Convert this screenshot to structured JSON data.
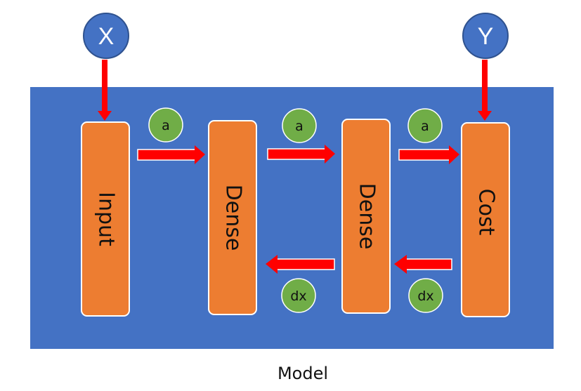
{
  "diagram": {
    "inputs": {
      "x_label": "X",
      "y_label": "Y"
    },
    "layers": [
      {
        "label": "Input"
      },
      {
        "label": "Dense"
      },
      {
        "label": "Dense"
      },
      {
        "label": "Cost"
      }
    ],
    "forward_badges": [
      "a",
      "a",
      "a"
    ],
    "backward_badges": [
      "dx",
      "dx"
    ],
    "caption": "Model",
    "colors": {
      "model_bg": "#4472C4",
      "layer_fill": "#ED7D31",
      "node_circle": "#4472C4",
      "badge_fill": "#70AD47",
      "arrow": "#FF0000"
    }
  }
}
